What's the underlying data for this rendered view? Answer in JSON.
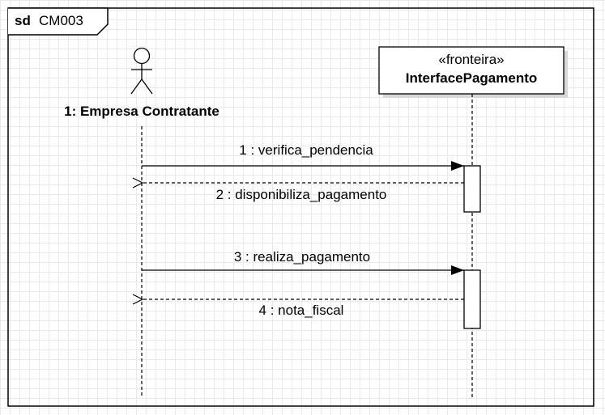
{
  "frame": {
    "keyword": "sd",
    "name": "CM003"
  },
  "actor": {
    "name": "1: Empresa Contratante"
  },
  "boundary": {
    "stereotype": "«fronteira»",
    "name": "InterfacePagamento"
  },
  "messages": [
    {
      "label": "1 : verifica_pendencia",
      "kind": "synchronous-call"
    },
    {
      "label": "2 : disponibiliza_pagamento",
      "kind": "return"
    },
    {
      "label": "3 : realiza_pagamento",
      "kind": "synchronous-call"
    },
    {
      "label": "4 : nota_fiscal",
      "kind": "return"
    }
  ]
}
